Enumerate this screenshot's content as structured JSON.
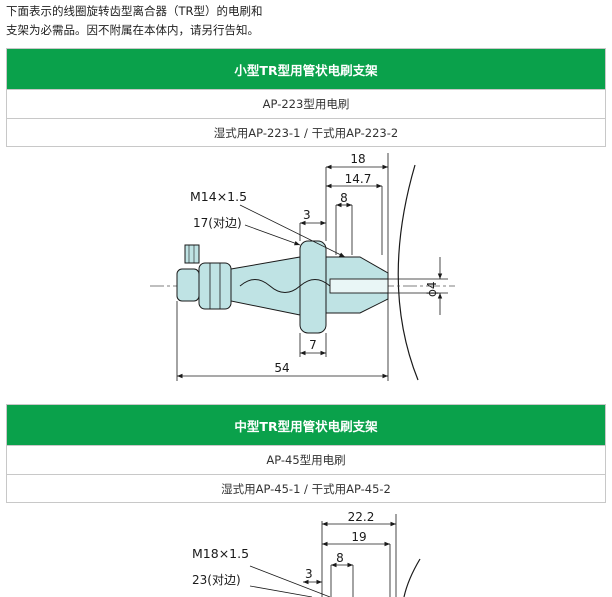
{
  "intro": {
    "line1": "下面表示的线圈旋转齿型离合器（TR型）的电刷和",
    "line2": "支架为必需品。因不附属在本体内，请另行告知。"
  },
  "section1": {
    "title": "小型TR型用管状电刷支架",
    "brush": "AP-223型用电刷",
    "types": "湿式用AP-223-1 / 干式用AP-223-2",
    "drawing": {
      "dim_18": "18",
      "dim_14_7": "14.7",
      "dim_8": "8",
      "dim_3": "3",
      "thread": "M14×1.5",
      "hex": "17(对边)",
      "dim_phi4": "ϕ4",
      "dim_7": "7",
      "dim_54": "54"
    }
  },
  "section2": {
    "title": "中型TR型用管状电刷支架",
    "brush": "AP-45型用电刷",
    "types": "湿式用AP-45-1 / 干式用AP-45-2",
    "drawing": {
      "dim_22_2": "22.2",
      "dim_19": "19",
      "dim_8": "8",
      "dim_3": "3",
      "thread": "M18×1.5",
      "hex": "23(对边)"
    }
  }
}
